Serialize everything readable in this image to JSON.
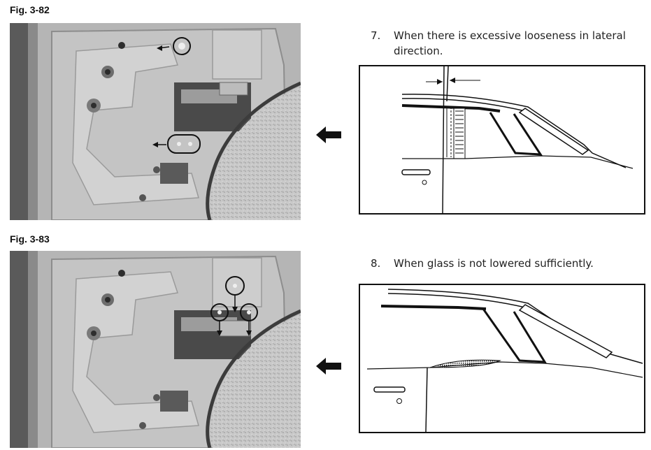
{
  "figures": [
    {
      "label": "Fig. 3-82",
      "step_number": "7.",
      "step_text": "When there is excessive looseness in lateral direction."
    },
    {
      "label": "Fig. 3-83",
      "step_number": "8.",
      "step_text": "When glass is not lowered sufficiently."
    }
  ],
  "icons": {
    "direction_arrow": "left-arrow-icon"
  }
}
